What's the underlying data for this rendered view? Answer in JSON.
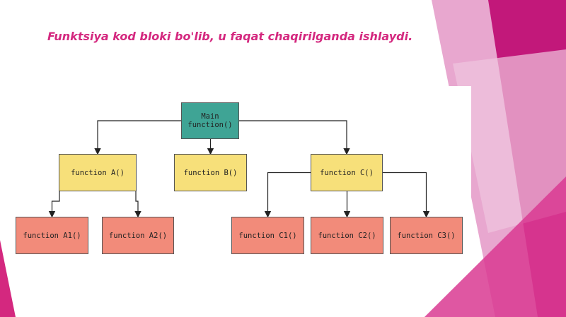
{
  "slide": {
    "title": "Funktsiya kod bloki bo'lib, u faqat chaqirilganda ishlaydi.",
    "colors": {
      "title": "#d4287f",
      "main_node": "#3fa495",
      "function_node": "#f7e07a",
      "leaf_node": "#f28b7a",
      "accent_magenta": "#c2187a"
    }
  },
  "diagram": {
    "nodes": {
      "main": "Main\nfunction()",
      "a": "function A()",
      "b": "function B()",
      "c": "function C()",
      "a1": "function A1()",
      "a2": "function A2()",
      "c1": "function C1()",
      "c2": "function C2()",
      "c3": "function C3()"
    },
    "edges": [
      [
        "main",
        "a"
      ],
      [
        "main",
        "b"
      ],
      [
        "main",
        "c"
      ],
      [
        "a",
        "a1"
      ],
      [
        "a",
        "a2"
      ],
      [
        "c",
        "c1"
      ],
      [
        "c",
        "c2"
      ],
      [
        "c",
        "c3"
      ]
    ]
  }
}
